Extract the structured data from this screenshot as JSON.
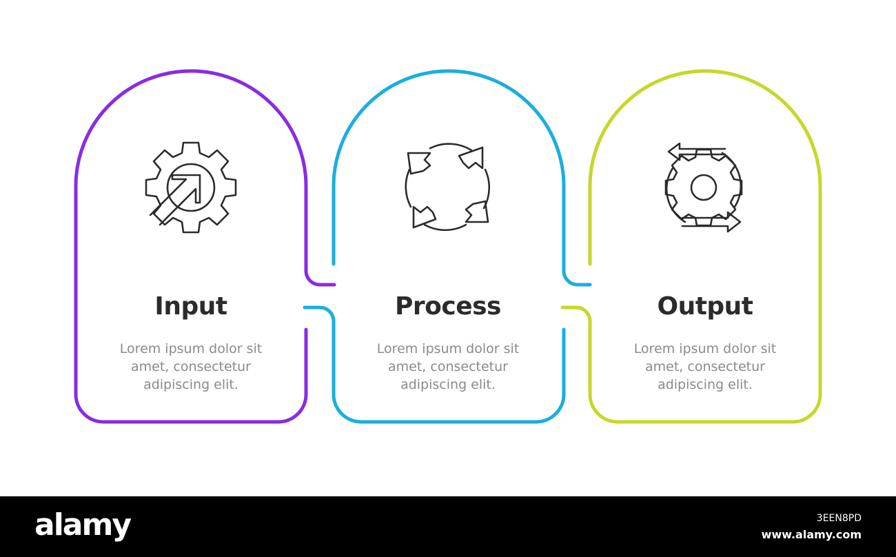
{
  "steps": [
    {
      "title": "Input",
      "icon": "gear-with-arrow-icon",
      "color": "#8a2be2",
      "desc": [
        "Lorem ipsum dolor sit",
        "amet, consectetur",
        "adipiscing elit."
      ]
    },
    {
      "title": "Process",
      "icon": "circular-arrows-icon",
      "color": "#1aaee0",
      "desc": [
        "Lorem ipsum dolor sit",
        "amet, consectetur",
        "adipiscing elit."
      ]
    },
    {
      "title": "Output",
      "icon": "gear-cycle-arrows-icon",
      "color": "#c5d82a",
      "desc": [
        "Lorem ipsum dolor sit",
        "amet, consectetur",
        "adipiscing elit."
      ]
    }
  ],
  "watermark": {
    "brand": "alamy",
    "image_id": "3EEN8PD",
    "site": "www.alamy.com"
  }
}
